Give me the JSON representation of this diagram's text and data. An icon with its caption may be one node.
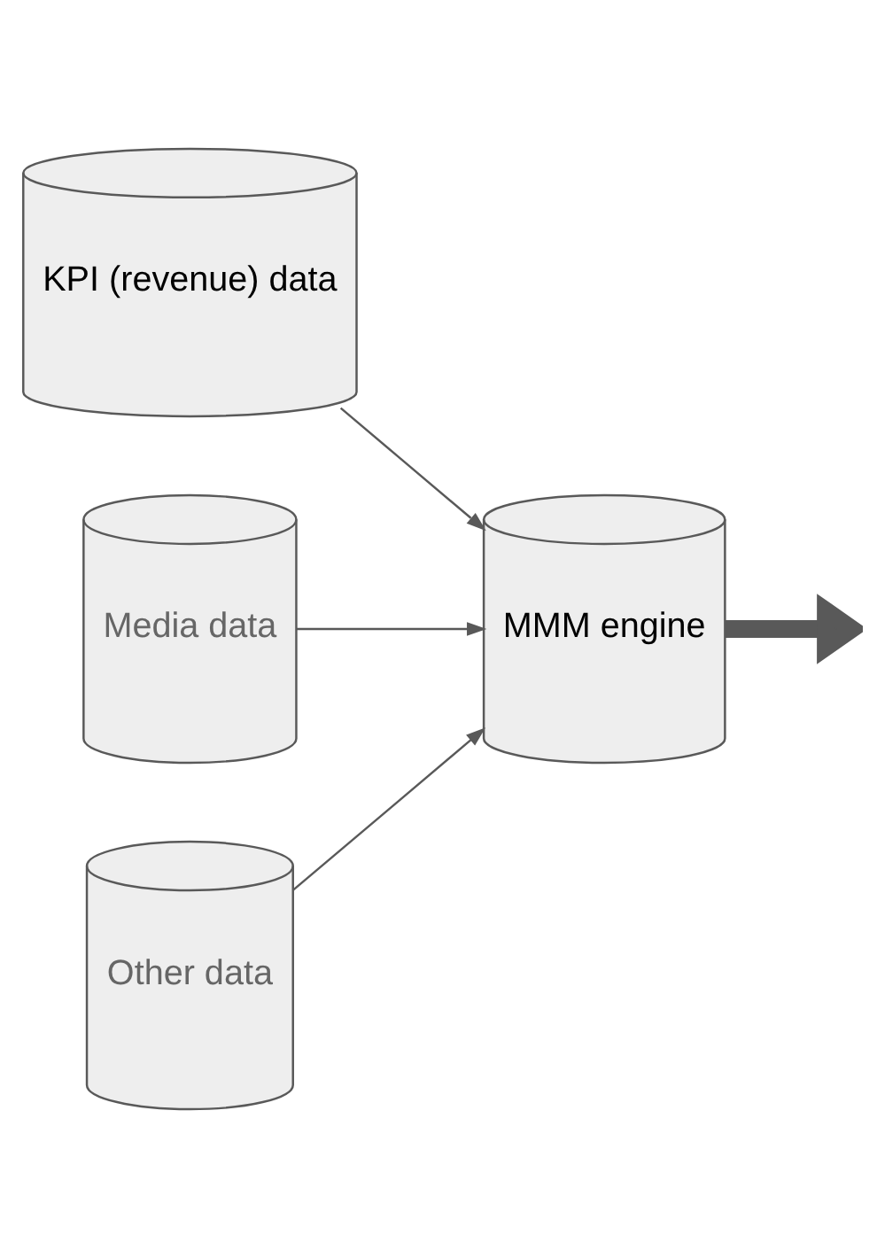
{
  "diagram": {
    "nodes": [
      {
        "text": [
          "KPI (revenue) data"
        ]
      },
      {
        "text": [
          "Media data"
        ]
      },
      {
        "text": [
          "Other data"
        ]
      },
      {
        "text": [
          "MMM engine"
        ]
      }
    ],
    "edges": [
      {
        "from": 0,
        "to": 3,
        "arrow": "to"
      },
      {
        "from": 1,
        "to": 3,
        "arrow": "to"
      },
      {
        "from": 2,
        "to": 3,
        "arrow": "to"
      },
      {
        "from": 3,
        "to": null,
        "arrow": "to",
        "style": "thick"
      }
    ]
  }
}
